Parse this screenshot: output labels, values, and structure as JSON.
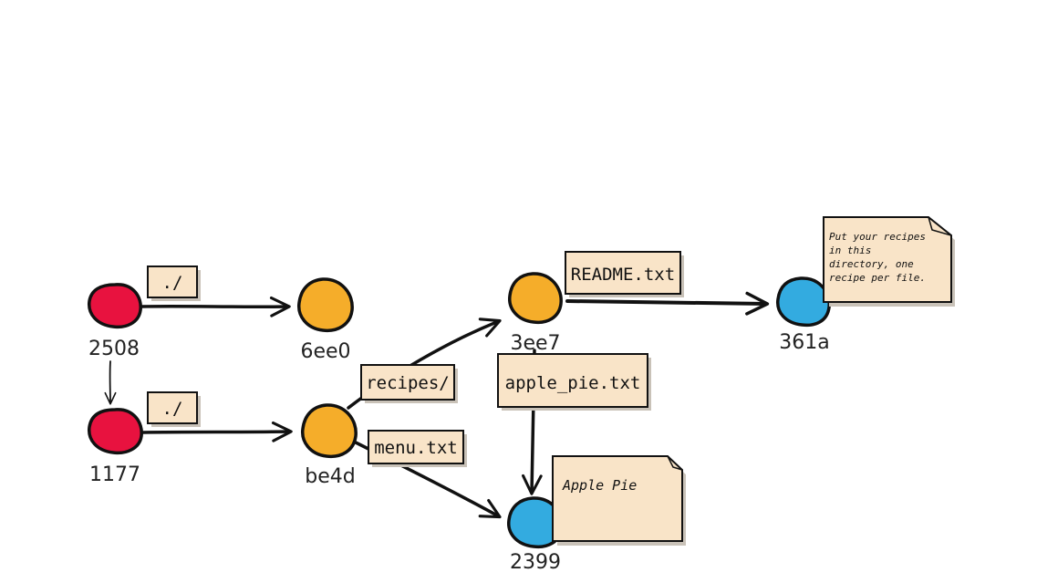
{
  "colors": {
    "commit": "#e8123f",
    "tree": "#f5ad2a",
    "blob": "#33abe0",
    "label_bg": "#f9e4c8",
    "outline": "#111111"
  },
  "nodes": [
    {
      "id": "2508",
      "kind": "commit"
    },
    {
      "id": "1177",
      "kind": "commit"
    },
    {
      "id": "6ee0",
      "kind": "tree"
    },
    {
      "id": "be4d",
      "kind": "tree"
    },
    {
      "id": "3ee7",
      "kind": "tree"
    },
    {
      "id": "361a",
      "kind": "blob"
    },
    {
      "id": "2399",
      "kind": "blob"
    }
  ],
  "edges": [
    {
      "from": "2508",
      "to": "6ee0",
      "label": "./"
    },
    {
      "from": "1177",
      "to": "be4d",
      "label": "./"
    },
    {
      "from": "2508",
      "to": "1177",
      "label": ""
    },
    {
      "from": "be4d",
      "to": "3ee7",
      "label": "recipes/"
    },
    {
      "from": "be4d",
      "to": "2399",
      "label": "menu.txt"
    },
    {
      "from": "3ee7",
      "to": "361a",
      "label": "README.txt"
    },
    {
      "from": "3ee7",
      "to": "2399",
      "label": "apple_pie.txt"
    }
  ],
  "notes": {
    "readme_content": [
      "Put your recipes",
      "in this",
      "directory, one",
      "recipe per file."
    ],
    "apple_pie_content": "Apple Pie"
  }
}
